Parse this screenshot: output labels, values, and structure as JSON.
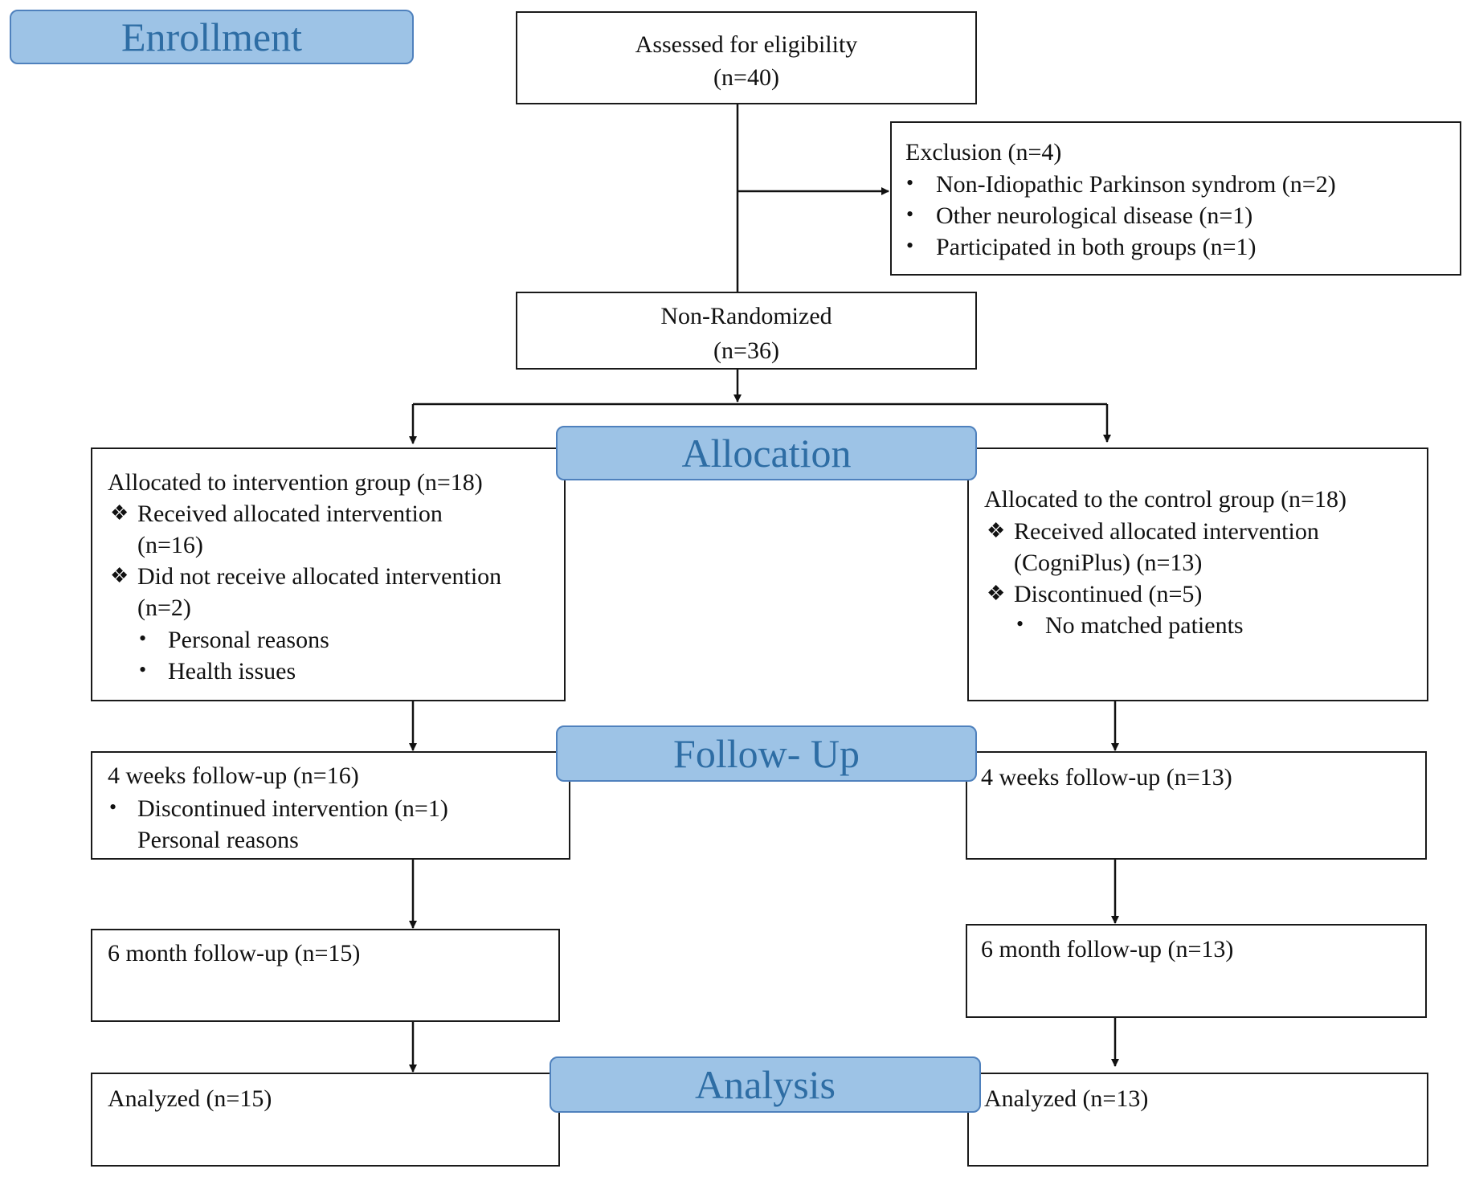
{
  "stages": {
    "enrollment": "Enrollment",
    "allocation": "Allocation",
    "follow_up": "Follow- Up",
    "analysis": "Analysis"
  },
  "assessed": {
    "line1": "Assessed for eligibility",
    "line2": "(n=40)"
  },
  "exclusion": {
    "title": "Exclusion (n=4)",
    "items": [
      "Non-Idiopathic Parkinson syndrom (n=2)",
      "Other neurological disease (n=1)",
      "Participated in both groups (n=1)"
    ]
  },
  "non_randomized": {
    "line1": "Non-Randomized",
    "line2": "(n=36)"
  },
  "intervention": {
    "title": "Allocated to intervention group (n=18)",
    "received_1": "Received allocated intervention",
    "received_2": "(n=16)",
    "not_received_1": "Did not receive allocated intervention",
    "not_received_2": "(n=2)",
    "reasons": [
      "Personal reasons",
      "Health issues"
    ],
    "followup_4w": "4 weeks follow-up (n=16)",
    "discontinued": "Discontinued intervention (n=1)",
    "discontinued_reason": "Personal reasons",
    "followup_6m": "6 month follow-up (n=15)",
    "analyzed": "Analyzed (n=15)"
  },
  "control": {
    "title": "Allocated to the control group (n=18)",
    "received_1": "Received allocated intervention",
    "received_2": "(CogniPlus) (n=13)",
    "discontinued": "Discontinued (n=5)",
    "reason": "No matched patients",
    "followup_4w": "4 weeks follow-up (n=13)",
    "followup_6m": "6 month follow-up (n=13)",
    "analyzed": "Analyzed (n=13)"
  },
  "symbols": {
    "bullet": "•",
    "diamond": "❖"
  }
}
